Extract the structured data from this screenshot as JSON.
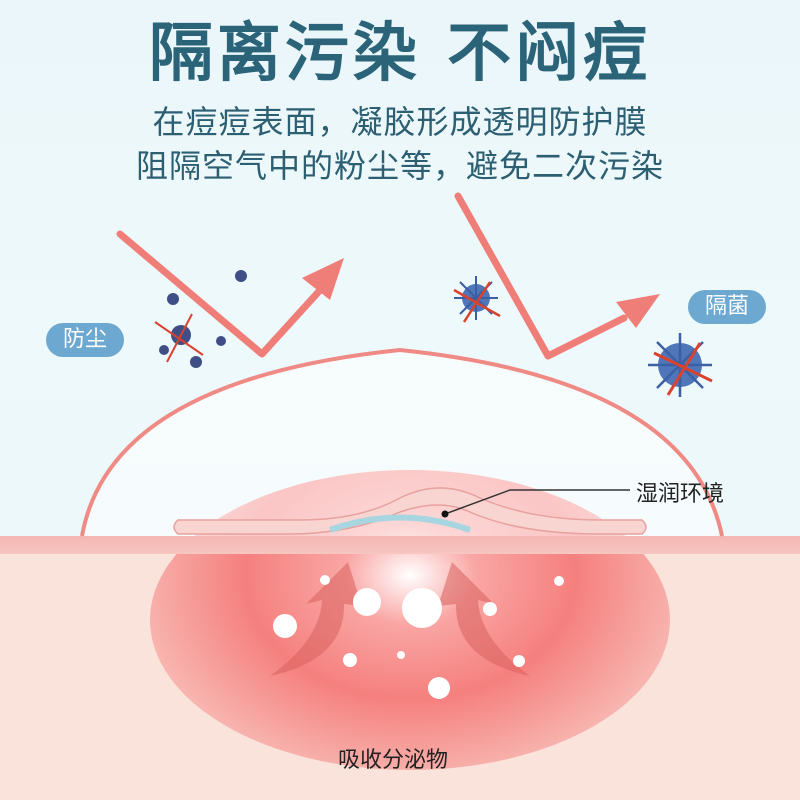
{
  "header": {
    "title": "隔离污染 不闷痘",
    "subtitle_line1": "在痘痘表面，凝胶形成透明防护膜",
    "subtitle_line2": "阻隔空气中的粉尘等，避免二次污染"
  },
  "labels": {
    "dust": "防尘",
    "bacteria": "隔菌",
    "moist": "湿润环境",
    "absorb": "吸收分泌物"
  },
  "colors": {
    "title": "#2b6479",
    "pill": "#6da8d0",
    "arrow": "#f07e78",
    "dust": "#3f4f86",
    "skin": "#fae3db"
  }
}
